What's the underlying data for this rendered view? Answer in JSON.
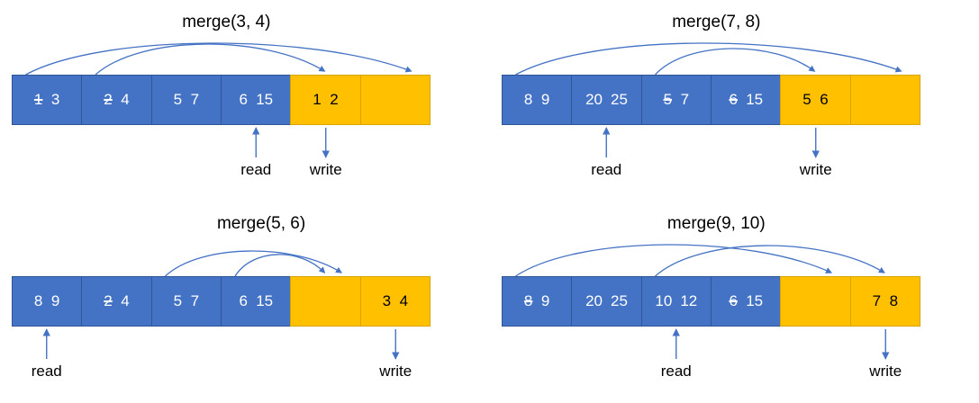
{
  "diagram": {
    "title_prefix": "merge",
    "colors": {
      "source_cell": "#4472C4",
      "dest_cell": "#FFC000",
      "arrow": "#4472C4",
      "text_on_source": "#FFFFFF",
      "text_on_dest": "#000000",
      "background": "#FFFFFF"
    },
    "pointer_labels": {
      "read": "read",
      "write": "write"
    }
  },
  "panels": [
    {
      "id": "merge-3-4",
      "title": "merge(3, 4)",
      "cells": [
        {
          "kind": "source",
          "values": [
            {
              "text": "1",
              "struck": true
            },
            {
              "text": "3",
              "struck": false
            }
          ]
        },
        {
          "kind": "source",
          "values": [
            {
              "text": "2",
              "struck": true
            },
            {
              "text": "4",
              "struck": false
            }
          ]
        },
        {
          "kind": "source",
          "values": [
            {
              "text": "5",
              "struck": false
            },
            {
              "text": "7",
              "struck": false
            }
          ]
        },
        {
          "kind": "source",
          "values": [
            {
              "text": "6",
              "struck": false
            },
            {
              "text": "15",
              "struck": false
            }
          ]
        },
        {
          "kind": "dest",
          "values": [
            {
              "text": "1",
              "struck": false
            },
            {
              "text": "2",
              "struck": false
            }
          ]
        },
        {
          "kind": "dest",
          "values": []
        }
      ],
      "arcs": [
        {
          "from_cell": 1,
          "to_cell": 6
        },
        {
          "from_cell": 2,
          "to_cell": 5
        }
      ],
      "read": {
        "cell": 4,
        "label": "read"
      },
      "write": {
        "cell": 5,
        "label": "write"
      }
    },
    {
      "id": "merge-7-8",
      "title": "merge(7, 8)",
      "cells": [
        {
          "kind": "source",
          "values": [
            {
              "text": "8",
              "struck": false
            },
            {
              "text": "9",
              "struck": false
            }
          ]
        },
        {
          "kind": "source",
          "values": [
            {
              "text": "20",
              "struck": false
            },
            {
              "text": "25",
              "struck": false
            }
          ]
        },
        {
          "kind": "source",
          "values": [
            {
              "text": "5",
              "struck": true
            },
            {
              "text": "7",
              "struck": false
            }
          ]
        },
        {
          "kind": "source",
          "values": [
            {
              "text": "6",
              "struck": true
            },
            {
              "text": "15",
              "struck": false
            }
          ]
        },
        {
          "kind": "dest",
          "values": [
            {
              "text": "5",
              "struck": false
            },
            {
              "text": "6",
              "struck": false
            }
          ]
        },
        {
          "kind": "dest",
          "values": []
        }
      ],
      "arcs": [
        {
          "from_cell": 1,
          "to_cell": 6
        },
        {
          "from_cell": 3,
          "to_cell": 5
        }
      ],
      "read": {
        "cell": 2,
        "label": "read"
      },
      "write": {
        "cell": 5,
        "label": "write"
      }
    },
    {
      "id": "merge-5-6",
      "title": "merge(5, 6)",
      "cells": [
        {
          "kind": "source",
          "values": [
            {
              "text": "8",
              "struck": false
            },
            {
              "text": "9",
              "struck": false
            }
          ]
        },
        {
          "kind": "source",
          "values": [
            {
              "text": "2",
              "struck": true
            },
            {
              "text": "4",
              "struck": false
            }
          ]
        },
        {
          "kind": "source",
          "values": [
            {
              "text": "5",
              "struck": false
            },
            {
              "text": "7",
              "struck": false
            }
          ]
        },
        {
          "kind": "source",
          "values": [
            {
              "text": "6",
              "struck": false
            },
            {
              "text": "15",
              "struck": false
            }
          ]
        },
        {
          "kind": "dest",
          "values": []
        },
        {
          "kind": "dest",
          "values": [
            {
              "text": "3",
              "struck": false
            },
            {
              "text": "4",
              "struck": false
            }
          ]
        }
      ],
      "arcs": [
        {
          "from_cell": 3,
          "to_cell": 5
        },
        {
          "from_cell": 4,
          "to_cell": 5
        }
      ],
      "read": {
        "cell": 1,
        "label": "read"
      },
      "write": {
        "cell": 6,
        "label": "write"
      }
    },
    {
      "id": "merge-9-10",
      "title": "merge(9, 10)",
      "cells": [
        {
          "kind": "source",
          "values": [
            {
              "text": "8",
              "struck": true
            },
            {
              "text": "9",
              "struck": false
            }
          ]
        },
        {
          "kind": "source",
          "values": [
            {
              "text": "20",
              "struck": false
            },
            {
              "text": "25",
              "struck": false
            }
          ]
        },
        {
          "kind": "source",
          "values": [
            {
              "text": "10",
              "struck": false
            },
            {
              "text": "12",
              "struck": false
            }
          ]
        },
        {
          "kind": "source",
          "values": [
            {
              "text": "6",
              "struck": true
            },
            {
              "text": "15",
              "struck": false
            }
          ]
        },
        {
          "kind": "dest",
          "values": []
        },
        {
          "kind": "dest",
          "values": [
            {
              "text": "7",
              "struck": false
            },
            {
              "text": "8",
              "struck": false
            }
          ]
        }
      ],
      "arcs": [
        {
          "from_cell": 1,
          "to_cell": 5
        },
        {
          "from_cell": 3,
          "to_cell": 6
        }
      ],
      "read": {
        "cell": 3,
        "label": "read"
      },
      "write": {
        "cell": 6,
        "label": "write"
      }
    }
  ]
}
